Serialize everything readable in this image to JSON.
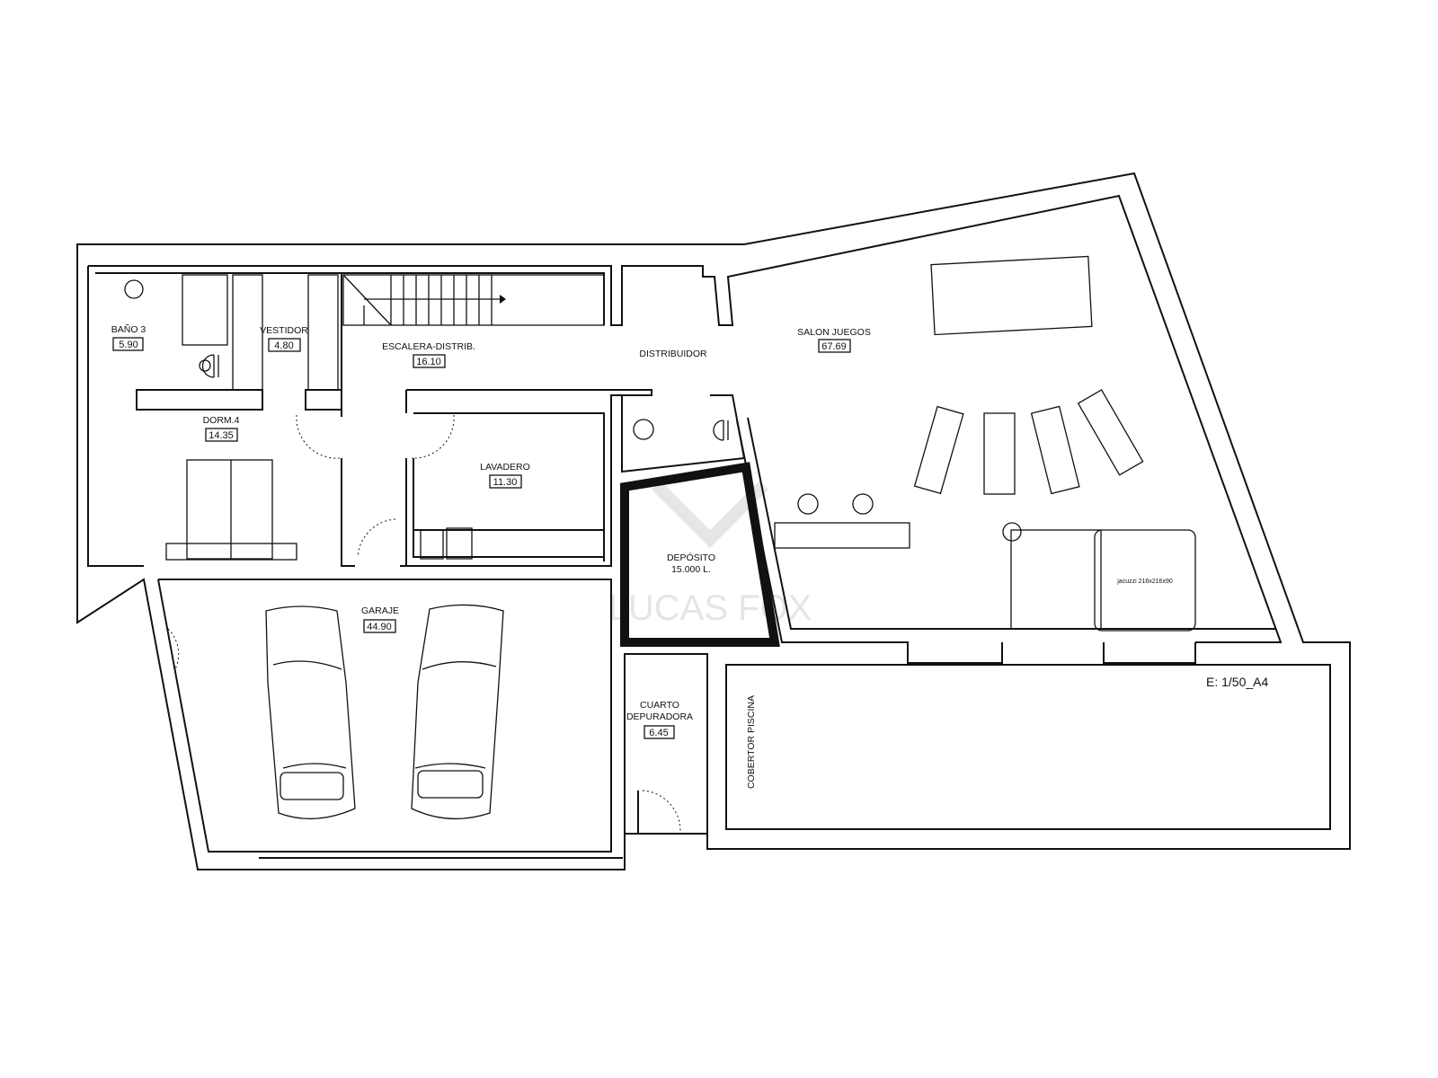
{
  "rooms": {
    "bano3": {
      "name": "BAÑO 3",
      "area": "5.90"
    },
    "vestidor": {
      "name": "VESTIDOR",
      "area": "4.80"
    },
    "escalera": {
      "name": "ESCALERA-DISTRIB.",
      "area": "16.10"
    },
    "distribuidor": {
      "name": "DISTRIBUIDOR"
    },
    "salon": {
      "name": "SALON JUEGOS",
      "area": "67.69"
    },
    "dorm4": {
      "name": "DORM.4",
      "area": "14.35"
    },
    "lavadero": {
      "name": "LAVADERO",
      "area": "11.30"
    },
    "deposito": {
      "name": "DEPÓSITO",
      "capacity": "15.000 L."
    },
    "garaje": {
      "name": "GARAJE",
      "area": "44.90"
    },
    "cuarto": {
      "name_line1": "CUARTO",
      "name_line2": "DEPURADORA",
      "area": "6.45"
    },
    "cobertor": {
      "name": "COBERTOR PISCINA"
    },
    "jacuzzi": {
      "name": "jacuzzi 216x216x90"
    }
  },
  "scale": "E: 1/50_A4",
  "watermark": "LUCAS FOX"
}
